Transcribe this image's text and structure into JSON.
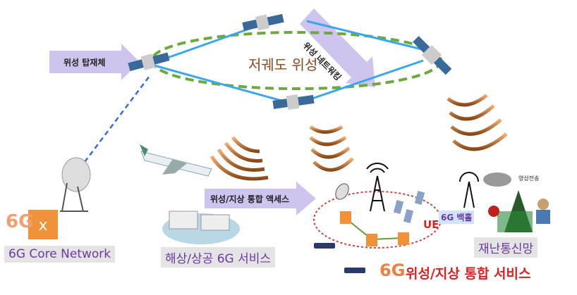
{
  "labels": {
    "payload": "위성 탑재체",
    "leo": "저궤도 위성",
    "networking": "위성 네트워킹",
    "integrated_access": "위성/지상 통합 액세스",
    "core_network": "6G Core Network",
    "core_6g": "6G",
    "maritime_air": "해상/상공 6G 서비스",
    "disaster": "재난통신망",
    "backhaul": "6G 백홀",
    "video": "영상전송",
    "ue": "UE",
    "service_6g": "6G",
    "integrated_service": "위성/지상 통합 서비스"
  },
  "colors": {
    "orbit": "#6aab3a",
    "link": "#3aa6f0",
    "beam": "#a0602a",
    "arrow_fill": "#cfc4ee",
    "label_text": "#6a3aa0",
    "red_text": "#e02020",
    "node_orange": "#f0923a"
  }
}
